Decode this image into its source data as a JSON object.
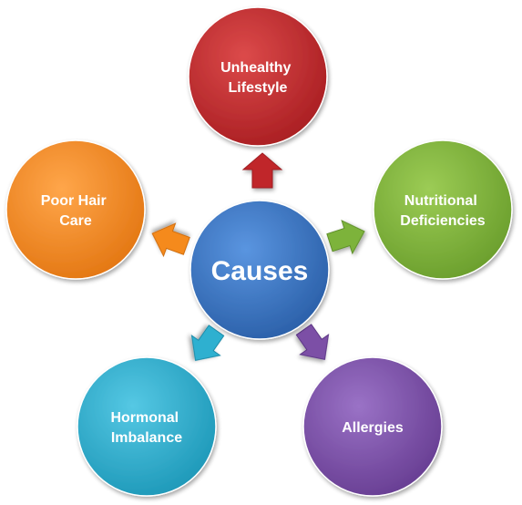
{
  "center": {
    "label": "Causes",
    "color": "#3a74c4"
  },
  "nodes": [
    {
      "id": "unhealthy-lifestyle",
      "lines": [
        "Unhealthy",
        "Lifestyle"
      ],
      "color": "#c0282c"
    },
    {
      "id": "nutritional-deficiencies",
      "lines": [
        "Nutritional",
        "Deficiencies"
      ],
      "color": "#7db33b"
    },
    {
      "id": "allergies",
      "lines": [
        "Allergies"
      ],
      "color": "#7b4fa6"
    },
    {
      "id": "hormonal-imbalance",
      "lines": [
        "Hormonal",
        "Imbalance"
      ],
      "color": "#2fb0d0"
    },
    {
      "id": "poor-hair-care",
      "lines": [
        "Poor Hair",
        "Care"
      ],
      "color": "#f58a1f"
    }
  ]
}
